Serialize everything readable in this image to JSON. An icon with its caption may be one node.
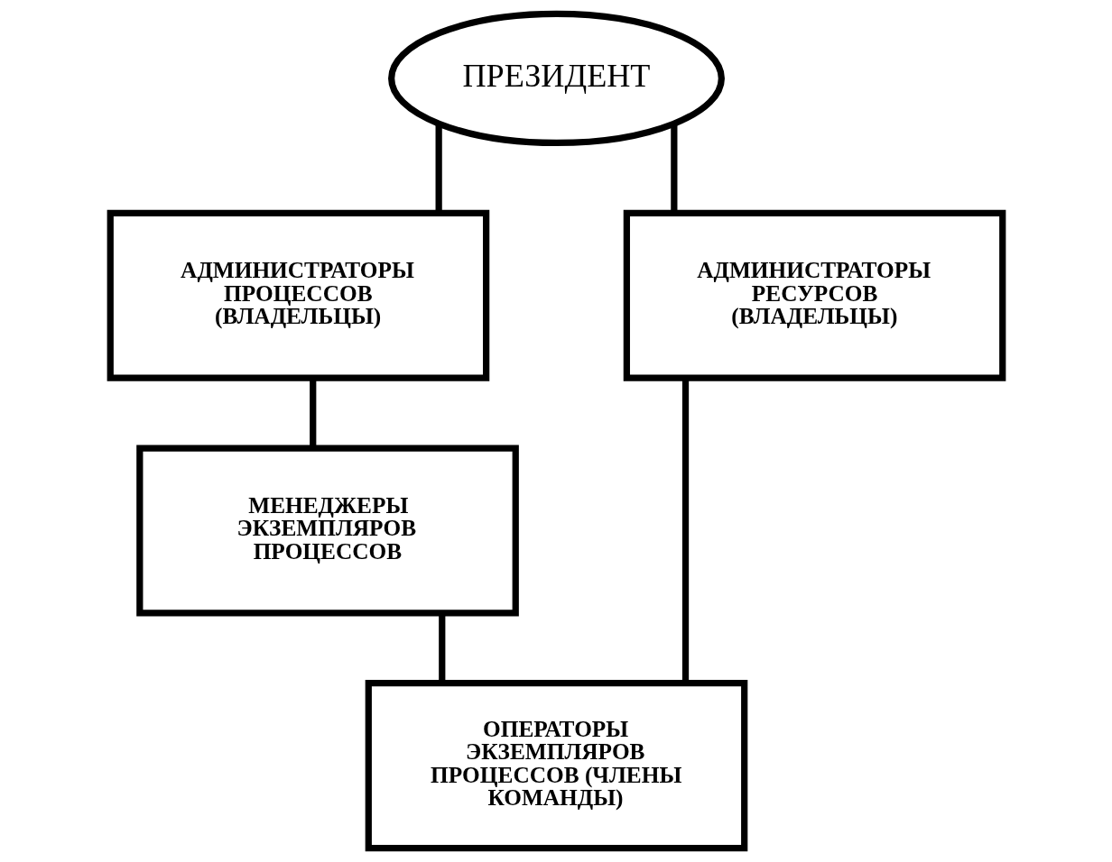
{
  "diagram": {
    "nodes": [
      {
        "text": [
          "ПРЕЗИДЕНТ"
        ]
      },
      {
        "text": [
          "АДМИНИСТРАТОРЫ ПРОЦЕССОВ (ВЛАДЕЛЬЦЫ)"
        ]
      },
      {
        "text": [
          "АДМИНИСТРАТОРЫ РЕСУРСОВ (ВЛАДЕЛЬЦЫ)"
        ]
      },
      {
        "text": [
          "МЕНЕДЖЕРЫ ЭКЗЕМПЛЯРОВ ПРОЦЕССОВ"
        ]
      },
      {
        "text": [
          "ОПЕРАТОРЫ ЭКЗЕМПЛЯРОВ ПРОЦЕССОВ (ЧЛЕНЫ КОМАНДЫ)"
        ]
      }
    ],
    "edges": [
      {
        "from": 0,
        "to": 1,
        "arrow": "none"
      },
      {
        "from": 0,
        "to": 2,
        "arrow": "none"
      },
      {
        "from": 1,
        "to": 3,
        "arrow": "none"
      },
      {
        "from": 3,
        "to": 4,
        "arrow": "none"
      },
      {
        "from": 2,
        "to": 4,
        "arrow": "none"
      }
    ]
  }
}
